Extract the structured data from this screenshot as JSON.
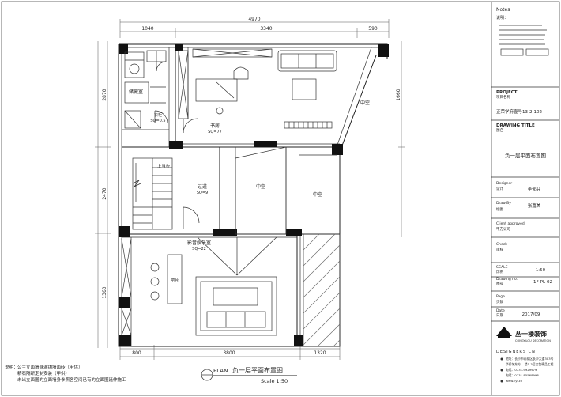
{
  "notes": {
    "heading": "Notes",
    "label": "说明："
  },
  "dimensions": {
    "top_total": "4970",
    "top_left": "1040",
    "top_mid": "3340",
    "top_right": "590",
    "left_1": "2870",
    "left_2": "2470",
    "left_3": "1360",
    "right_1": "1660",
    "bottom_total": "3800",
    "bottom_left": "800",
    "bottom_right": "1320"
  },
  "rooms": {
    "storage": "储藏室",
    "closet_name": "衣柜",
    "closet_area": "SQ=0.5",
    "study_name": "书房",
    "study_area": "SQ=77",
    "void_top_right": "中空",
    "stairs_up": "上当步",
    "corridor_name": "过道",
    "corridor_area": "SQ=9",
    "void_mid": "中空",
    "void_right": "中空",
    "av_room_name": "影音娱乐室",
    "av_room_area": "SQ=22",
    "bar_counter": "吧台"
  },
  "title_block": {
    "project_label": "PROJECT",
    "project_sub": "项目名称",
    "project_value": "正荣学府壹号13-2-102",
    "drawing_title_label": "DRAWING TITLE",
    "drawing_title_sub": "图名",
    "drawing_title_value": "负一层平面布置图",
    "designer_label": "Designer",
    "designer_sub": "设计",
    "designer_value": "李郁芬",
    "drawn_label": "Draw By",
    "drawn_sub": "绘图",
    "drawn_value": "张嘉美",
    "approved_label": "Client approved",
    "approved_sub": "甲方认可",
    "check_label": "Check",
    "check_sub": "审核",
    "scale_label": "SCALE",
    "scale_sub": "比例",
    "scale_value": "1:50",
    "drawing_no_label": "Drawing no.",
    "drawing_no_sub": "图号",
    "drawing_no_value": "-1F-PL-02",
    "page_label": "Page",
    "page_sub": "页数",
    "date_label": "Date",
    "date_sub": "日期",
    "date_value": "2017/09",
    "company_name": "丛一楼装饰",
    "company_en": "CONGYILOU DECORATION",
    "designers_cn": "DESIGNERS CN",
    "address_1": "地址：长沙市雨花区长沙大道303号",
    "address_2": "华侨城东方....楼1-3层全包精品工程",
    "phone_1": "电话：0731-9929979",
    "phone_2": "电话：0731-85568996",
    "web": "www.cyl.cn"
  },
  "footer": {
    "plan_label": "PLAN",
    "plan_title": "负一层平面布置图",
    "scale_text": "Scale 1:50",
    "note_prefix": "说明：",
    "note_1": "公主立面墙身满铺墙面砖（甲供）",
    "note_2": "精石隔断定制安装（甲供）",
    "note_3": "未出立面图的立面墙身参照各空间已有的立面图延伸施工"
  }
}
